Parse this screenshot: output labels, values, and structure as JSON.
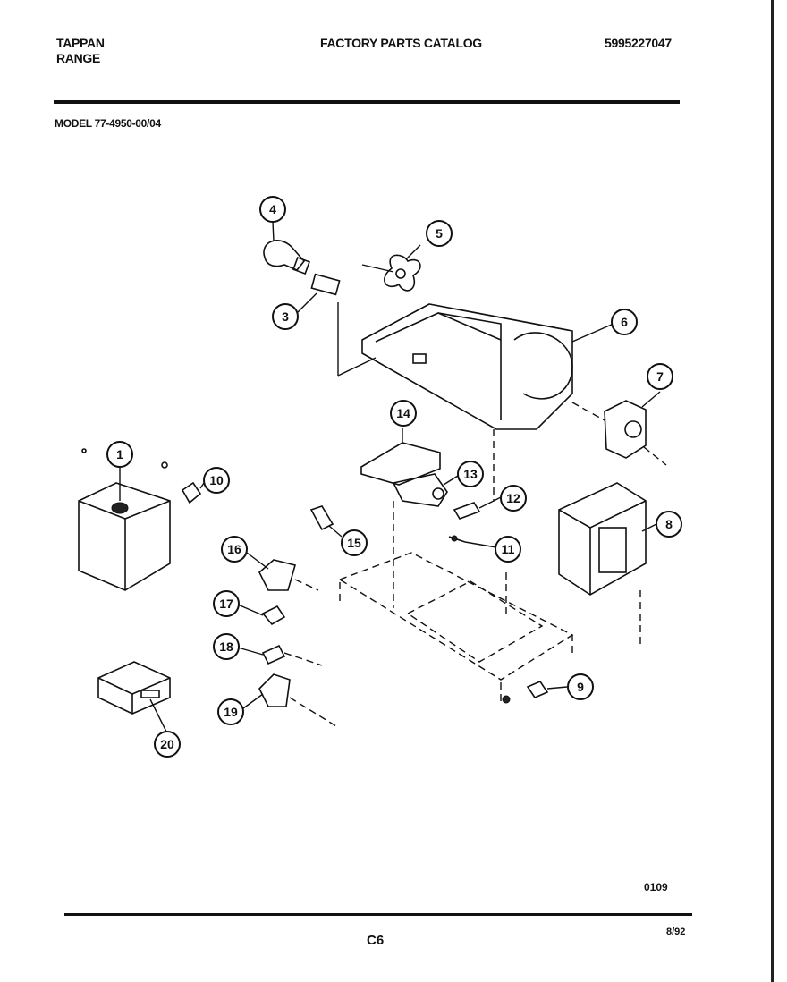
{
  "header": {
    "brand_line1": "TAPPAN",
    "brand_line2": "RANGE",
    "title": "FACTORY PARTS CATALOG",
    "catalog_number": "5995227047",
    "model": "MODEL 77-4950-00/04"
  },
  "footer": {
    "page_code": "C6",
    "date": "8/92",
    "ref_code": "0109"
  },
  "callouts": [
    "1",
    "3",
    "4",
    "5",
    "6",
    "7",
    "8",
    "9",
    "10",
    "11",
    "12",
    "13",
    "14",
    "15",
    "16",
    "17",
    "18",
    "19",
    "20"
  ]
}
